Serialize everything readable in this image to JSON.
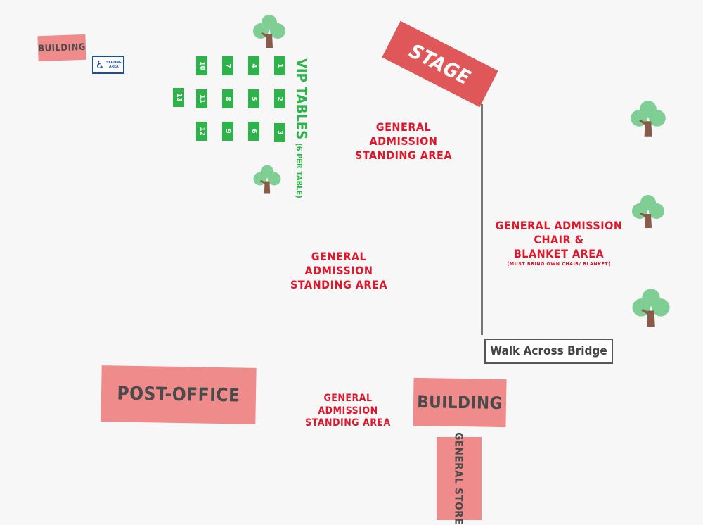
{
  "buildings": {
    "building_small": "BUILDING",
    "stage": "STAGE",
    "post_office": "POST-OFFICE",
    "building_bottom": "BUILDING",
    "general_store": "GENERAL STORE"
  },
  "accessible_seating": {
    "icon": "wheelchair-icon",
    "label_line1": "SEATING",
    "label_line2": "AREA"
  },
  "vip": {
    "title": "VIP TABLES",
    "subtitle": "(6 PER TABLE)",
    "tables": [
      "1",
      "2",
      "3",
      "4",
      "5",
      "6",
      "7",
      "8",
      "9",
      "10",
      "11",
      "12",
      "13"
    ]
  },
  "areas": {
    "ga_top": {
      "line1": "GENERAL ADMISSION",
      "line2": "STANDING AREA"
    },
    "ga_middle": {
      "line1": "GENERAL ADMISSION",
      "line2": "STANDING AREA"
    },
    "ga_bottom": {
      "line1": "GENERAL ADMISSION",
      "line2": "STANDING AREA"
    },
    "ga_chair": {
      "line1": "GENERAL ADMISSION",
      "line2": "CHAIR &",
      "line3": "BLANKET AREA",
      "note": "(MUST BRING OWN CHAIR/ BLANKET)"
    }
  },
  "bridge": {
    "label": "Walk Across Bridge"
  },
  "colors": {
    "building_fill": "#f08b8b",
    "stage_fill": "#e05759",
    "area_text": "#e0162b",
    "vip_green": "#2db34a",
    "tree_green": "#7fcf94",
    "trunk": "#8a5a4a",
    "accessible_blue": "#1a4fa0"
  }
}
